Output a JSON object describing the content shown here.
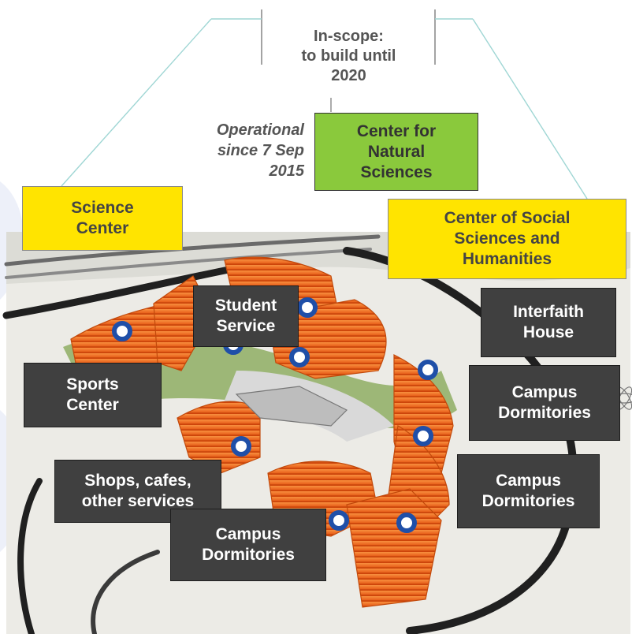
{
  "scope_heading": "In-scope:\nto build until\n2020",
  "operational_note": "Operational\nsince 7 Sep\n2015",
  "buildings": {
    "science_center": "Science\nCenter",
    "natural_sciences": "Center for\nNatural\nSciences",
    "social_sciences": "Center of Social\nSciences and\nHumanities",
    "interfaith_house": "Interfaith\nHouse",
    "student_service": "Student\nService",
    "sports_center": "Sports\nCenter",
    "shops": "Shops, cafes,\nother services",
    "dorms_right_upper": "Campus\nDormitories",
    "dorms_right_lower": "Campus\nDormitories",
    "dorms_bottom": "Campus\nDormitories"
  },
  "colors": {
    "in_scope": "#ffe400",
    "operational": "#8ac93c",
    "other": "#404040",
    "building": "#f26a1b",
    "pin": "#1f4fa8"
  },
  "icons": [
    "map-pin-icon",
    "atom-icon"
  ]
}
